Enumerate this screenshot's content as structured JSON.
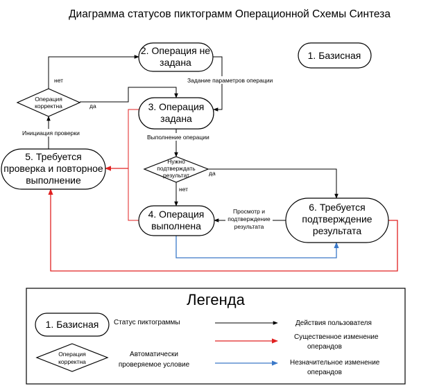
{
  "title": "Диаграмма статусов пиктограмм Операционной Схемы Синтеза",
  "states": {
    "s1": [
      "1. Базисная"
    ],
    "s2": [
      "2. Операция не",
      "задана"
    ],
    "s3": [
      "3. Операция",
      "задана"
    ],
    "s4": [
      "4. Операция",
      "выполнена"
    ],
    "s5": [
      "5. Требуется",
      "проверка и повторное",
      "выполнение"
    ],
    "s6": [
      "6. Требуется",
      "подтверждение",
      "результата"
    ]
  },
  "decisions": {
    "d1": [
      "Операция",
      "корректна"
    ],
    "d2": [
      "Нужно",
      "подтверждать",
      "результат"
    ]
  },
  "labels": {
    "net_top": "нет",
    "da_d1": "да",
    "zadanie": "Задание параметров операции",
    "iniciacia": "Инициация проверки",
    "vypolnenie": "Выполнение операции",
    "da_d2": "да",
    "net_d2": "нет",
    "prosmotr": [
      "Просмотр и",
      "подтверждение",
      "результата"
    ]
  },
  "legend": {
    "title": "Легенда",
    "state_example": "1. Базисная",
    "state_desc": "Статус пиктограммы",
    "decision_example": [
      "Операция",
      "корректна"
    ],
    "decision_desc": [
      "Автоматически",
      "проверяемое условие"
    ],
    "items": [
      {
        "label": [
          "Действия пользователя"
        ],
        "color": "#000000"
      },
      {
        "label": [
          "Существенное изменение",
          "операндов"
        ],
        "color": "#e02020"
      },
      {
        "label": [
          "Незначительное изменение",
          "операндов"
        ],
        "color": "#3a78c8"
      }
    ]
  },
  "colors": {
    "black": "#000000",
    "red": "#e02020",
    "blue": "#3a78c8"
  }
}
